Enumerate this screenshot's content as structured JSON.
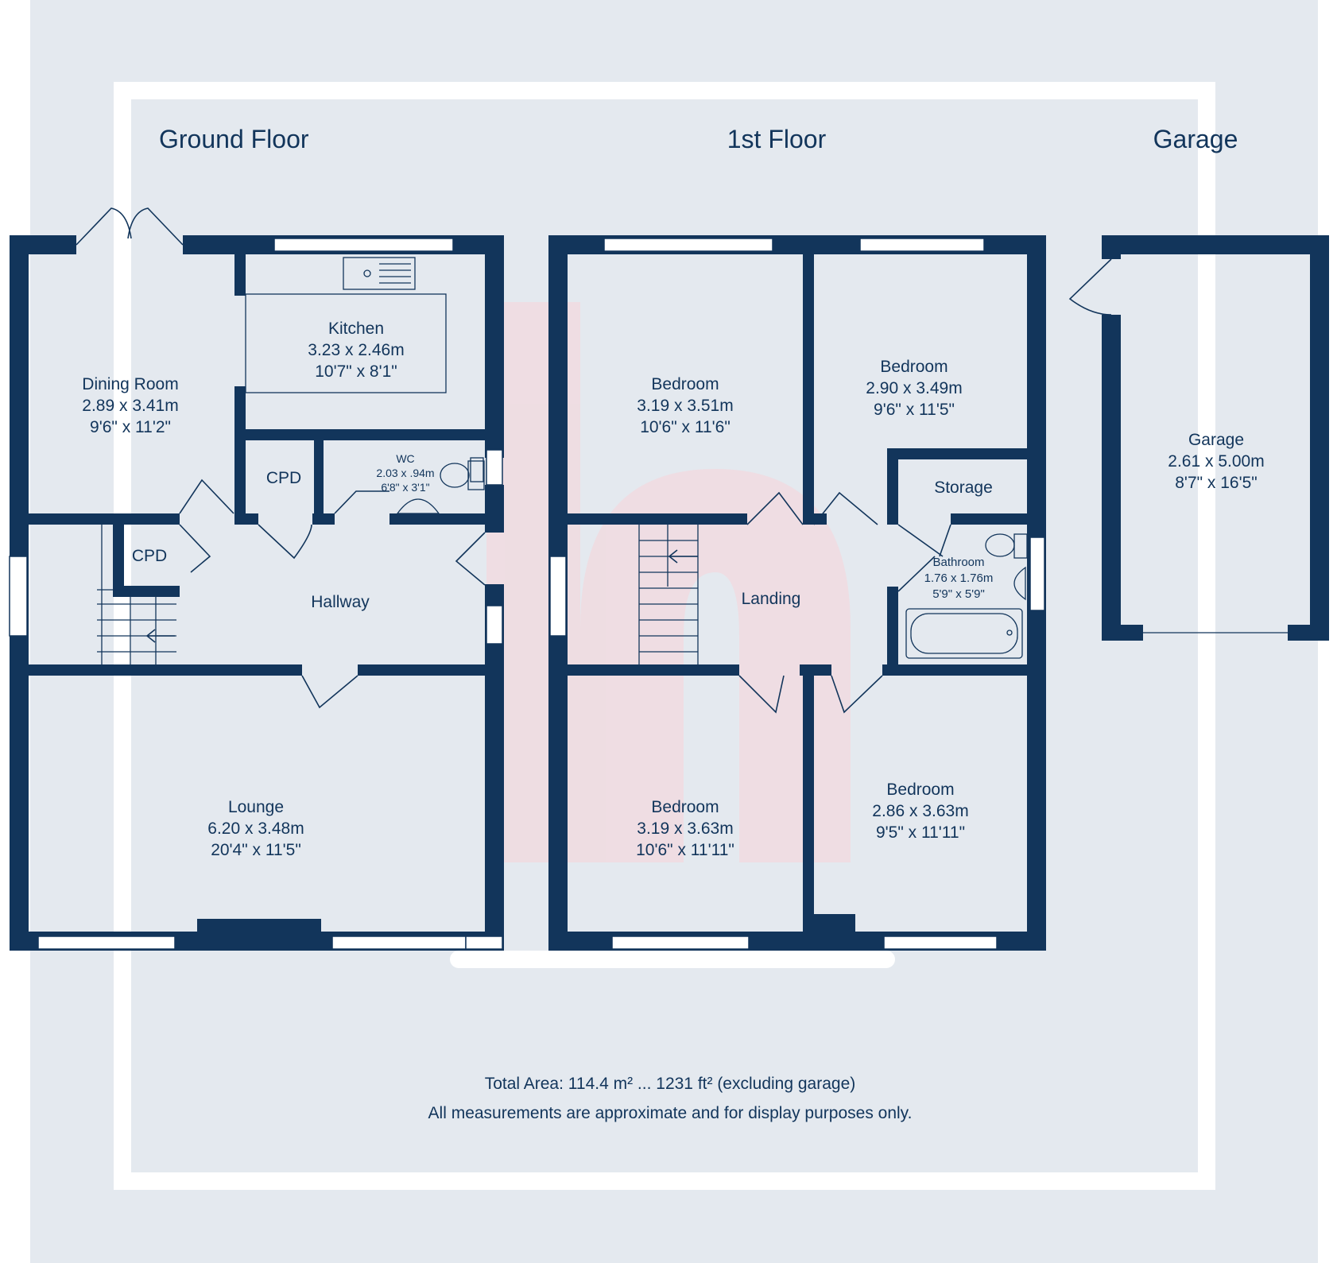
{
  "colors": {
    "background": "#e4e9ef",
    "frame": "#ffffff",
    "walls": "#12355b",
    "text": "#12355b",
    "watermark": "#f7c8cc"
  },
  "floors": {
    "ground": {
      "heading": "Ground Floor"
    },
    "first": {
      "heading": "1st Floor"
    },
    "garage": {
      "heading": "Garage"
    }
  },
  "rooms": {
    "dining": {
      "name": "Dining Room",
      "metric": "2.89 x 3.41m",
      "imperial": "9'6\" x 11'2\""
    },
    "kitchen": {
      "name": "Kitchen",
      "metric": "3.23 x 2.46m",
      "imperial": "10'7\" x 8'1\""
    },
    "cpd_ground": {
      "name": "CPD"
    },
    "wc": {
      "name": "WC",
      "metric": "2.03 x .94m",
      "imperial": "6'8\" x 3'1\""
    },
    "cpd_under": {
      "name": "CPD"
    },
    "hallway": {
      "name": "Hallway"
    },
    "lounge": {
      "name": "Lounge",
      "metric": "6.20 x 3.48m",
      "imperial": "20'4\" x 11'5\""
    },
    "bed1": {
      "name": "Bedroom",
      "metric": "3.19 x 3.51m",
      "imperial": "10'6\" x 11'6\""
    },
    "bed2": {
      "name": "Bedroom",
      "metric": "2.90 x 3.49m",
      "imperial": "9'6\" x 11'5\""
    },
    "storage": {
      "name": "Storage"
    },
    "bathroom": {
      "name": "Bathroom",
      "metric": "1.76 x 1.76m",
      "imperial": "5'9\" x 5'9\""
    },
    "landing": {
      "name": "Landing"
    },
    "bed3": {
      "name": "Bedroom",
      "metric": "3.19 x 3.63m",
      "imperial": "10'6\" x 11'11\""
    },
    "bed4": {
      "name": "Bedroom",
      "metric": "2.86 x 3.63m",
      "imperial": "9'5\" x 11'11\""
    },
    "garage": {
      "name": "Garage",
      "metric": "2.61 x 5.00m",
      "imperial": "8'7\" x 16'5\""
    }
  },
  "footer": {
    "total_area": "Total Area: 114.4 m² ... 1231 ft² (excluding garage)",
    "disclaimer": "All measurements are approximate and for display purposes only."
  }
}
